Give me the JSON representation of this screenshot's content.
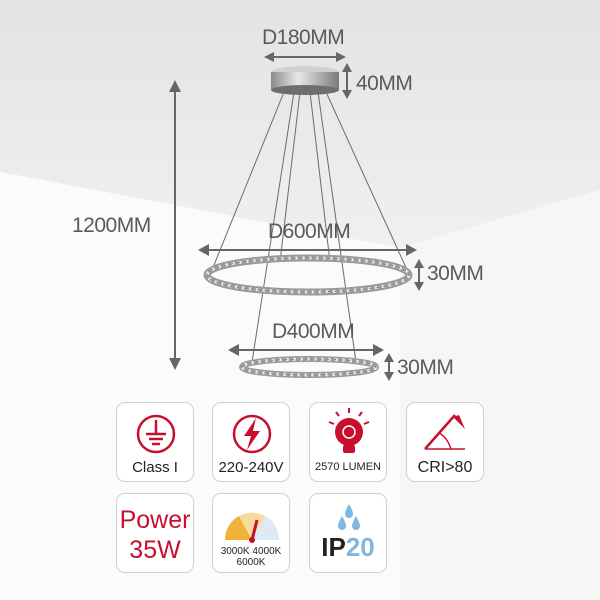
{
  "dimensions": {
    "canopy_diameter": "D180MM",
    "canopy_height": "40MM",
    "total_height": "1200MM",
    "large_ring_diameter": "D600MM",
    "large_ring_height": "30MM",
    "small_ring_diameter": "D400MM",
    "small_ring_height": "30MM"
  },
  "specs": {
    "class": "Class I",
    "voltage": "220-240V",
    "lumen": "2570 LUMEN",
    "cri": "CRI>80",
    "power_line1": "Power",
    "power_line2": "35W",
    "cct_line1": "3000K 4000K",
    "cct_line2": "6000K",
    "ip_prefix": "IP",
    "ip_value": "20"
  },
  "colors": {
    "accent_red": "#c8102e",
    "dimension_gray": "#5a5a5a",
    "ip_blue": "#7fb7e0"
  },
  "icons": [
    "ground-class-icon",
    "voltage-bolt-icon",
    "lumen-bulb-icon",
    "cri-angle-icon",
    "color-temperature-gauge-icon",
    "water-drops-icon"
  ]
}
